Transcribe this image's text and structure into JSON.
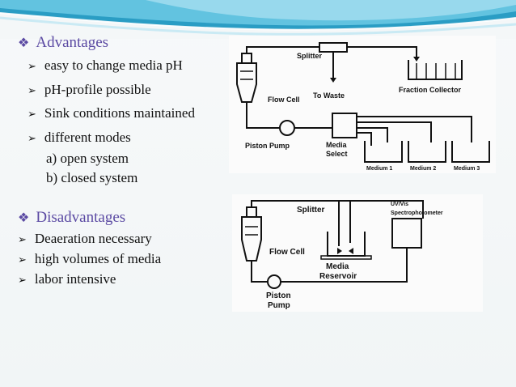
{
  "advantages": {
    "heading": "Advantages",
    "items": [
      "easy to change media pH",
      "pH-profile possible",
      "Sink conditions maintained",
      "different modes"
    ],
    "modes": [
      "a) open system",
      "b) closed system"
    ]
  },
  "disadvantages": {
    "heading": "Disadvantages",
    "items": [
      "Deaeration necessary",
      "high volumes of media",
      "labor intensive"
    ]
  },
  "diagram_open": {
    "splitter": "Splitter",
    "to_waste": "To Waste",
    "fraction_collector": "Fraction Collector",
    "flow_cell": "Flow Cell",
    "piston_pump": "Piston Pump",
    "media_select_1": "Media",
    "media_select_2": "Select",
    "medium_1": "Medium 1",
    "medium_2": "Medium 2",
    "medium_3": "Medium 3"
  },
  "diagram_closed": {
    "splitter": "Splitter",
    "uv_1": "UV/Vis",
    "uv_2": "Spectrophotometer",
    "flow_cell": "Flow Cell",
    "media_reservoir_1": "Media",
    "media_reservoir_2": "Reservoir",
    "piston_pump_1": "Piston",
    "piston_pump_2": "Pump"
  },
  "colors": {
    "heading": "#5b4aa3",
    "banner_light": "#bfe6f2",
    "banner_mid": "#62c3e0",
    "banner_dark": "#2a9dc4"
  }
}
